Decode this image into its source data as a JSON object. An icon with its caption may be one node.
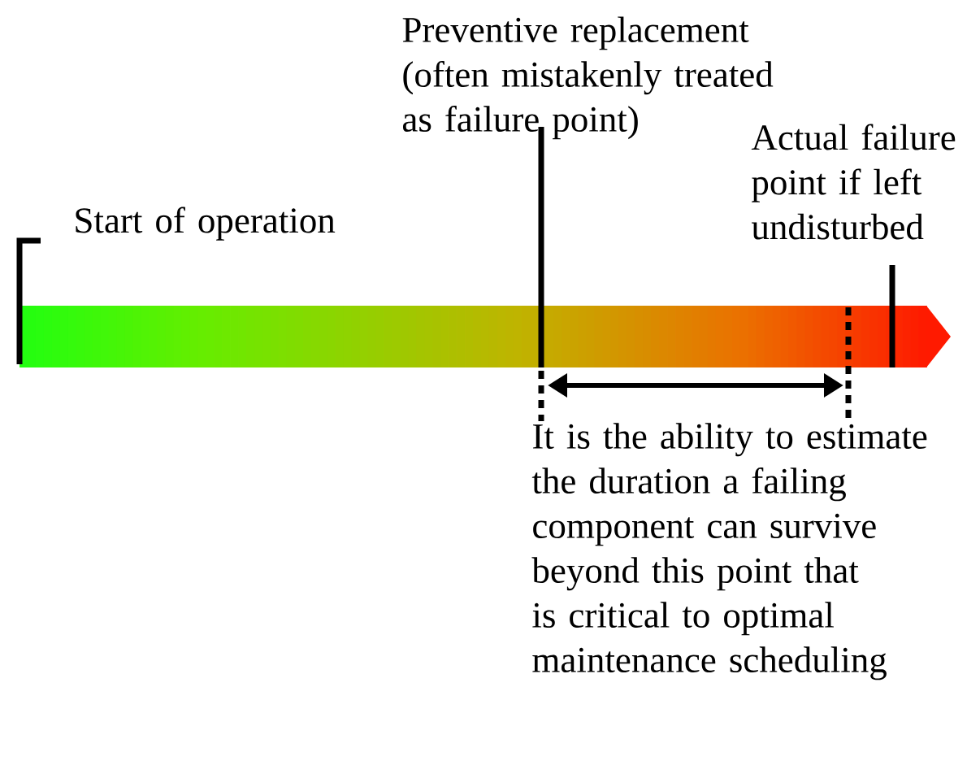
{
  "diagram": {
    "labels": [
      "Preventive replacement (often mistakenly treated as failure point)",
      "Actual failure point if left undisturbed",
      "Start of operation",
      "It is the ability to estimate the duration a failing component can survive beyond this point that is critical to optimal maintenance scheduling"
    ]
  }
}
